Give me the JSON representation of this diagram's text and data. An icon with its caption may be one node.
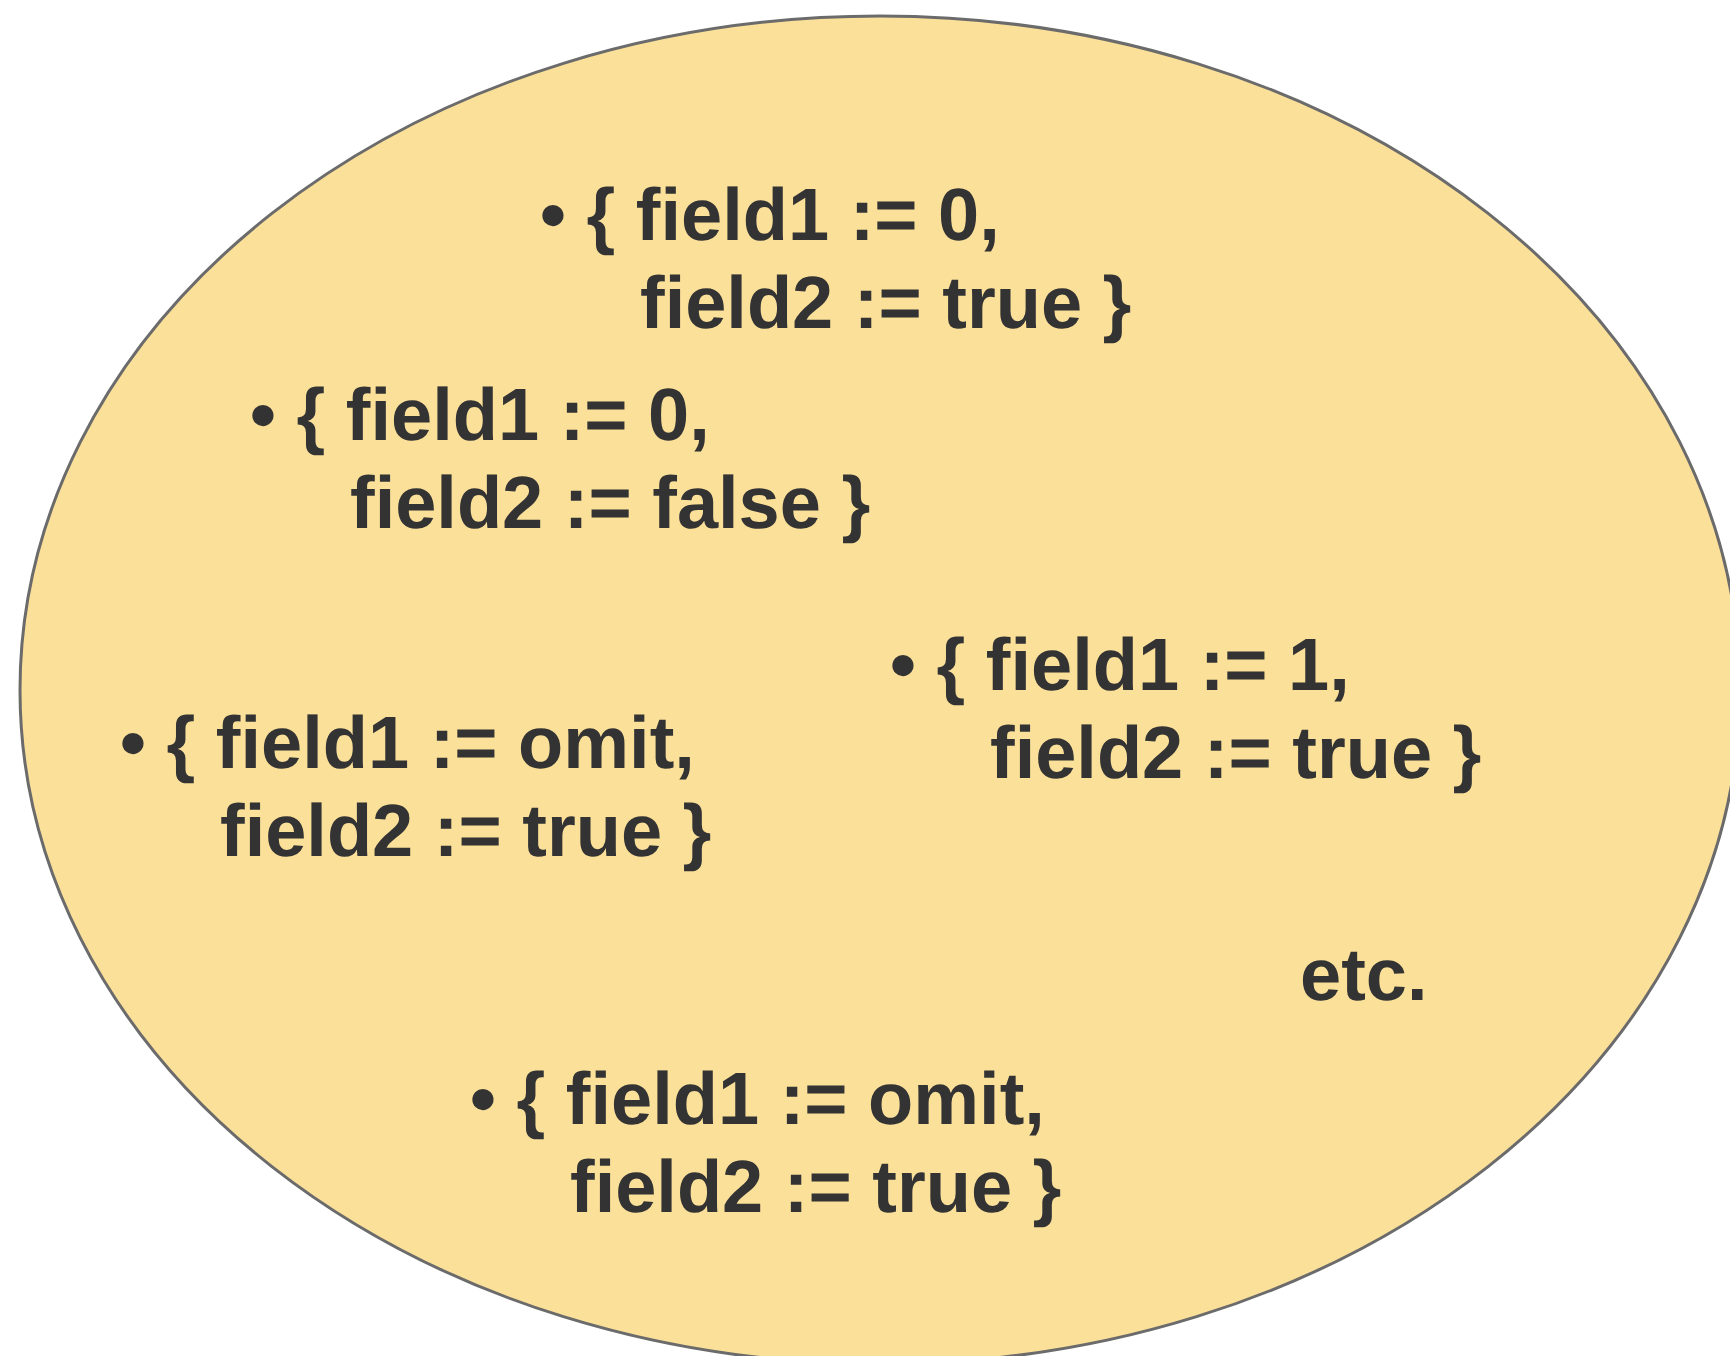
{
  "diagram": {
    "nodes": [
      {
        "text": [
          "• { field1 := 0, field2 := true }",
          "• { field1 := 0, field2 := false }",
          "• { field1 := 1, field2 := true }",
          "• { field1 := omit, field2 := true }",
          "etc.",
          "• { field1 := omit, field2 := true }"
        ]
      }
    ]
  }
}
